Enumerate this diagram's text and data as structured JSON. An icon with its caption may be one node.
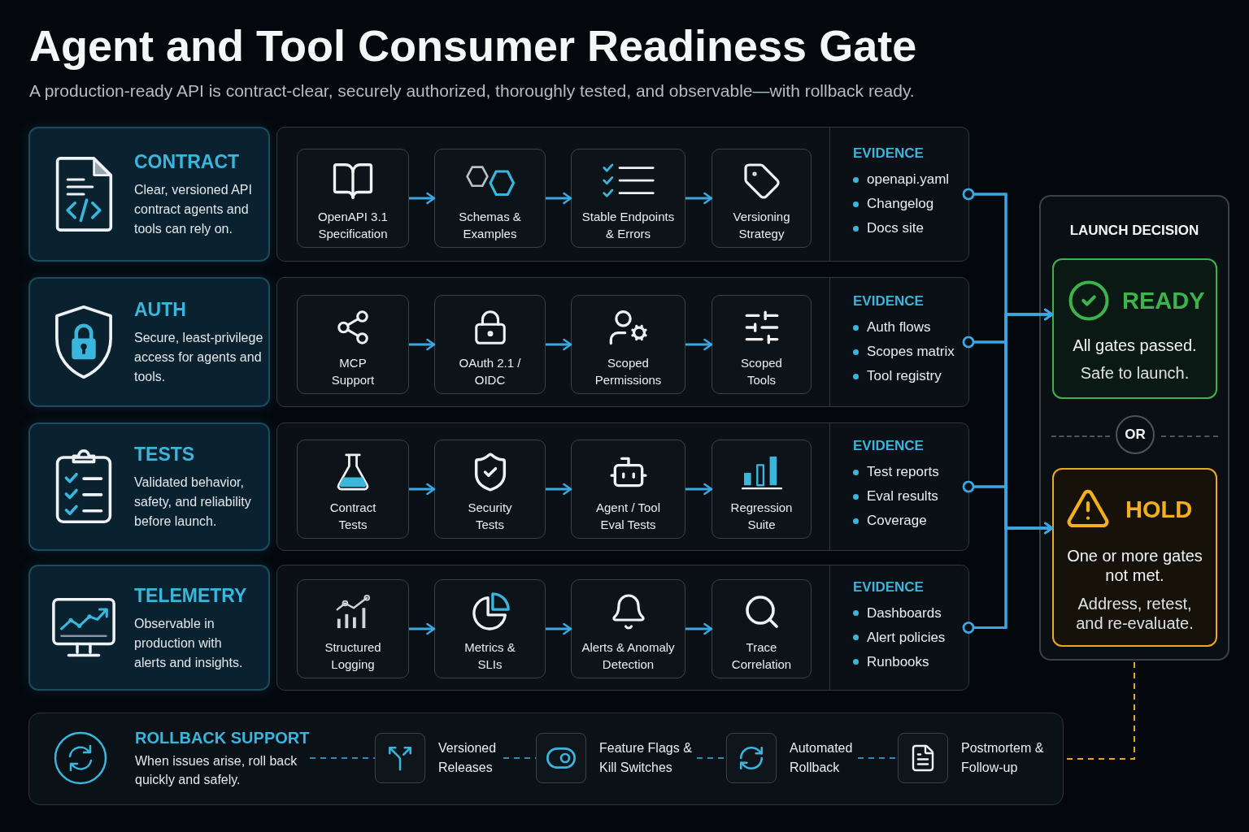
{
  "diagram": {
    "title": "Agent and Tool Consumer Readiness Gate",
    "nodes": [
      {
        "text": [
          "CONTRACT",
          "Clear, versioned API contract agents and tools can rely on."
        ]
      },
      {
        "text": [],
        "shape": "box"
      },
      {
        "text": [
          "OpenAPI 3.1 Specification"
        ],
        "in": 1
      },
      {
        "text": [
          "Schemas & Examples"
        ],
        "in": 1
      },
      {
        "text": [
          "Stable Endpoints & Errors"
        ],
        "in": 1
      },
      {
        "text": [
          "Versioning Strategy"
        ],
        "in": 1
      },
      {
        "text": [
          "EVIDENCE",
          "openapi.yaml",
          "Changelog",
          "Docs site"
        ],
        "in": 1
      },
      {
        "text": [
          "AUTH",
          "Secure, least-privilege access for agents and tools."
        ]
      },
      {
        "text": [],
        "shape": "box"
      },
      {
        "text": [
          "MCP Support"
        ],
        "in": 8
      },
      {
        "text": [
          "OAuth 2.1 / OIDC"
        ],
        "in": 8
      },
      {
        "text": [
          "Scoped Permissions"
        ],
        "in": 8
      },
      {
        "text": [
          "Scoped Tools"
        ],
        "in": 8
      },
      {
        "text": [
          "EVIDENCE",
          "Auth flows",
          "Scopes matrix",
          "Tool registry"
        ],
        "in": 8
      },
      {
        "text": [
          "TESTS",
          "Validated behavior, safety, and reliability before launch."
        ]
      },
      {
        "text": [],
        "shape": "box"
      },
      {
        "text": [
          "Contract Tests"
        ],
        "in": 15
      },
      {
        "text": [
          "Security Tests"
        ],
        "in": 15
      },
      {
        "text": [
          "Agent / Tool Eval Tests"
        ],
        "in": 15
      },
      {
        "text": [
          "Regression Suite"
        ],
        "in": 15
      },
      {
        "text": [
          "EVIDENCE",
          "Test reports",
          "Eval results",
          "Coverage"
        ],
        "in": 15
      },
      {
        "text": [
          "TELEMETRY",
          "Observable in production with alerts and insights."
        ]
      },
      {
        "text": [],
        "shape": "box"
      },
      {
        "text": [
          "Structured Logging"
        ],
        "in": 22
      },
      {
        "text": [
          "Metrics & SLIs"
        ],
        "in": 22
      },
      {
        "text": [
          "Alerts & Anomaly Detection"
        ],
        "in": 22
      },
      {
        "text": [
          "Trace Correlation"
        ],
        "in": 22
      },
      {
        "text": [
          "EVIDENCE",
          "Dashboards",
          "Alert policies",
          "Runbooks"
        ],
        "in": 22
      },
      {
        "text": [
          "LAUNCH DECISION"
        ]
      },
      {
        "text": [
          "READY",
          "All gates passed.",
          "Safe to launch."
        ],
        "in": 28
      },
      {
        "text": [
          "OR"
        ],
        "in": 28
      },
      {
        "text": [
          "HOLD",
          "One or more gates not met.",
          "Address, retest, and re-evaluate."
        ],
        "in": 28
      },
      {
        "text": [],
        "shape": "box"
      },
      {
        "text": [
          "ROLLBACK SUPPORT",
          "When issues arise, roll back quickly and safely."
        ],
        "in": 32
      },
      {
        "text": [
          "Versioned Releases"
        ],
        "in": 32
      },
      {
        "text": [
          "Feature Flags & Kill Switches"
        ],
        "in": 32
      },
      {
        "text": [
          "Automated Rollback"
        ],
        "in": 32
      },
      {
        "text": [
          "Postmortem & Follow-up"
        ],
        "in": 32
      }
    ],
    "edges": [
      {
        "from": 2,
        "to": 3,
        "arrow": "to"
      },
      {
        "from": 3,
        "to": 4,
        "arrow": "to"
      },
      {
        "from": 4,
        "to": 5,
        "arrow": "to"
      },
      {
        "from": 9,
        "to": 10,
        "arrow": "to"
      },
      {
        "from": 10,
        "to": 11,
        "arrow": "to"
      },
      {
        "from": 11,
        "to": 12,
        "arrow": "to"
      },
      {
        "from": 16,
        "to": 17,
        "arrow": "to"
      },
      {
        "from": 17,
        "to": 18,
        "arrow": "to"
      },
      {
        "from": 18,
        "to": 19,
        "arrow": "to"
      },
      {
        "from": 23,
        "to": 24,
        "arrow": "to"
      },
      {
        "from": 24,
        "to": 25,
        "arrow": "to"
      },
      {
        "from": 25,
        "to": 26,
        "arrow": "to"
      },
      {
        "from": 6,
        "to": 29,
        "arrow": "to"
      },
      {
        "from": 6,
        "to": 31,
        "arrow": "to"
      },
      {
        "from": 13,
        "to": 29,
        "arrow": "to"
      },
      {
        "from": 13,
        "to": 31,
        "arrow": "to"
      },
      {
        "from": 20,
        "to": 29,
        "arrow": "to"
      },
      {
        "from": 20,
        "to": 31,
        "arrow": "to"
      },
      {
        "from": 27,
        "to": 29,
        "arrow": "to"
      },
      {
        "from": 27,
        "to": 31,
        "arrow": "to"
      },
      {
        "from": 33,
        "to": 34,
        "arrow": "none",
        "style": "dashed",
        "color": "#2b8fb0"
      },
      {
        "from": 34,
        "to": 35,
        "arrow": "none",
        "style": "dashed",
        "color": "#2b8fb0"
      },
      {
        "from": 35,
        "to": 36,
        "arrow": "none",
        "style": "dashed",
        "color": "#2b8fb0"
      },
      {
        "from": 36,
        "to": 37,
        "arrow": "none",
        "style": "dashed",
        "color": "#2b8fb0"
      },
      {
        "from": 28,
        "to": 32,
        "arrow": "none",
        "style": "dashed",
        "color": "#e6a723"
      }
    ],
    "labels": [
      "A production-ready API is contract-clear, securely authorized, thoroughly tested, and observable—with rollback ready."
    ]
  }
}
